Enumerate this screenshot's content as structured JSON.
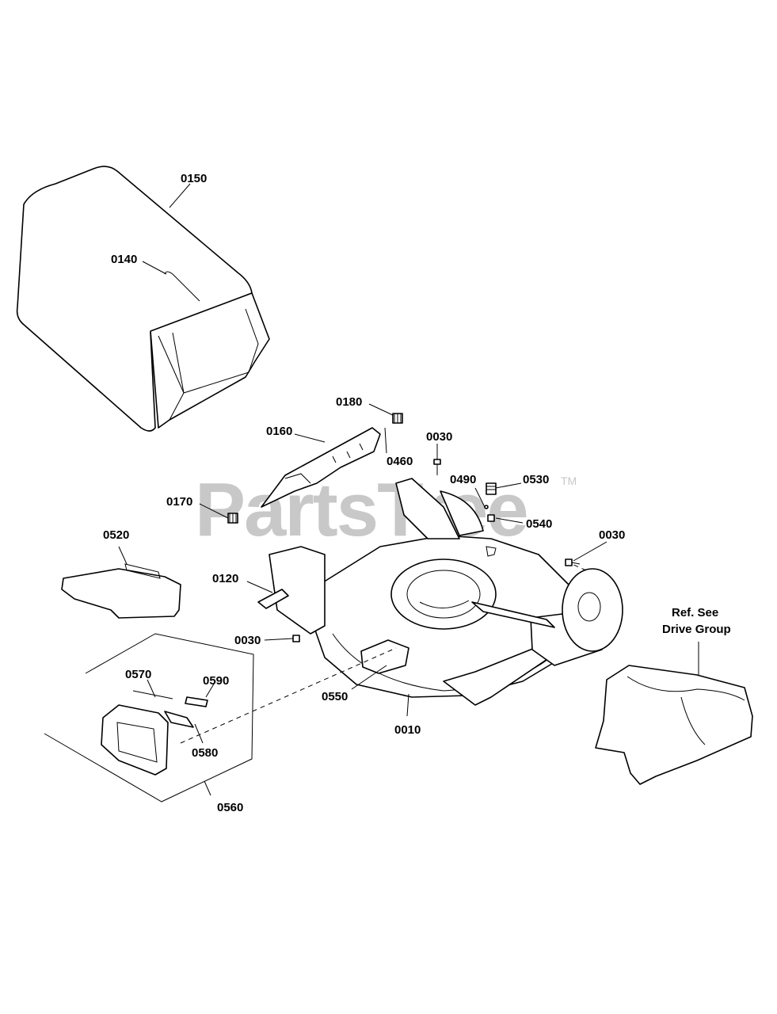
{
  "watermark": {
    "text": "PartsTree",
    "trademark": "TM"
  },
  "callouts": [
    {
      "id": "c0150",
      "text": "0150"
    },
    {
      "id": "c0140",
      "text": "0140"
    },
    {
      "id": "c0180",
      "text": "0180"
    },
    {
      "id": "c0160",
      "text": "0160"
    },
    {
      "id": "c0460",
      "text": "0460"
    },
    {
      "id": "c0030a",
      "text": "0030"
    },
    {
      "id": "c0490",
      "text": "0490"
    },
    {
      "id": "c0530",
      "text": "0530"
    },
    {
      "id": "c0170",
      "text": "0170"
    },
    {
      "id": "c0540",
      "text": "0540"
    },
    {
      "id": "c0520",
      "text": "0520"
    },
    {
      "id": "c0030b",
      "text": "0030"
    },
    {
      "id": "c0120",
      "text": "0120"
    },
    {
      "id": "c0030c",
      "text": "0030"
    },
    {
      "id": "c0570",
      "text": "0570"
    },
    {
      "id": "c0590",
      "text": "0590"
    },
    {
      "id": "c0550",
      "text": "0550"
    },
    {
      "id": "c0010",
      "text": "0010"
    },
    {
      "id": "c0580",
      "text": "0580"
    },
    {
      "id": "c0560",
      "text": "0560"
    }
  ],
  "reference_note": {
    "line1": "Ref. See",
    "line2": "Drive Group"
  }
}
